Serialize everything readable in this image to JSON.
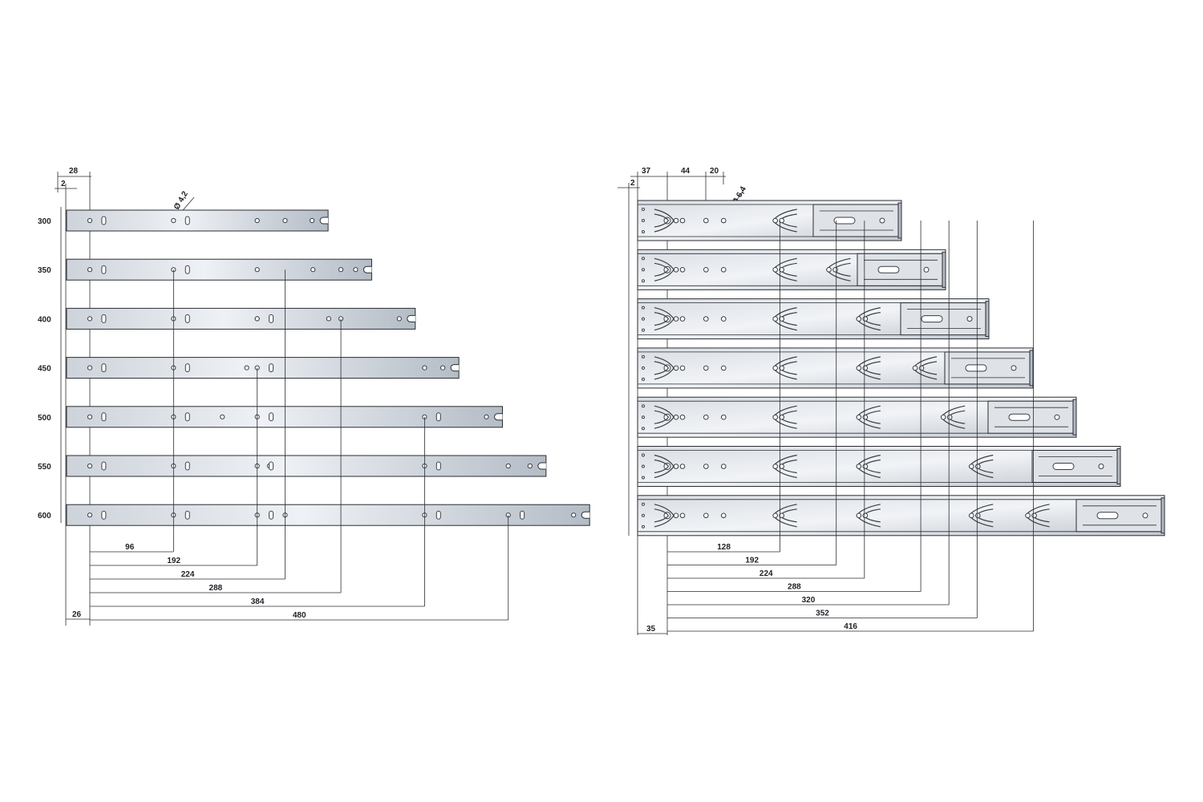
{
  "left_diagram": {
    "header_dims": {
      "top": "28",
      "small": "2"
    },
    "hole_diameter": "Ø 4,2",
    "rails": [
      {
        "label": "300",
        "length": 300
      },
      {
        "label": "350",
        "length": 350
      },
      {
        "label": "400",
        "length": 400
      },
      {
        "label": "450",
        "length": 450
      },
      {
        "label": "500",
        "length": 500
      },
      {
        "label": "550",
        "length": 550
      },
      {
        "label": "600",
        "length": 600
      }
    ],
    "bottom_dims": [
      {
        "label": "96",
        "value": 96
      },
      {
        "label": "192",
        "value": 192
      },
      {
        "label": "224",
        "value": 224
      },
      {
        "label": "288",
        "value": 288
      },
      {
        "label": "384",
        "value": 384
      },
      {
        "label": "480",
        "value": 480
      }
    ],
    "offset_dim": "26"
  },
  "right_diagram": {
    "header_dims": {
      "a": "37",
      "b": "44",
      "c": "20",
      "small": "2"
    },
    "hole_diameter": "Ø 6,4",
    "slide_count": 7,
    "bottom_dims": [
      {
        "label": "128",
        "value": 128
      },
      {
        "label": "192",
        "value": 192
      },
      {
        "label": "224",
        "value": 224
      },
      {
        "label": "288",
        "value": 288
      },
      {
        "label": "320",
        "value": 320
      },
      {
        "label": "352",
        "value": 352
      },
      {
        "label": "416",
        "value": 416
      }
    ],
    "offset_dim": "35"
  },
  "colors": {
    "rail_light": "#eef1f5",
    "rail_mid": "#cdd3da",
    "rail_dark": "#9ea6b0",
    "line": "#2a2d31"
  }
}
